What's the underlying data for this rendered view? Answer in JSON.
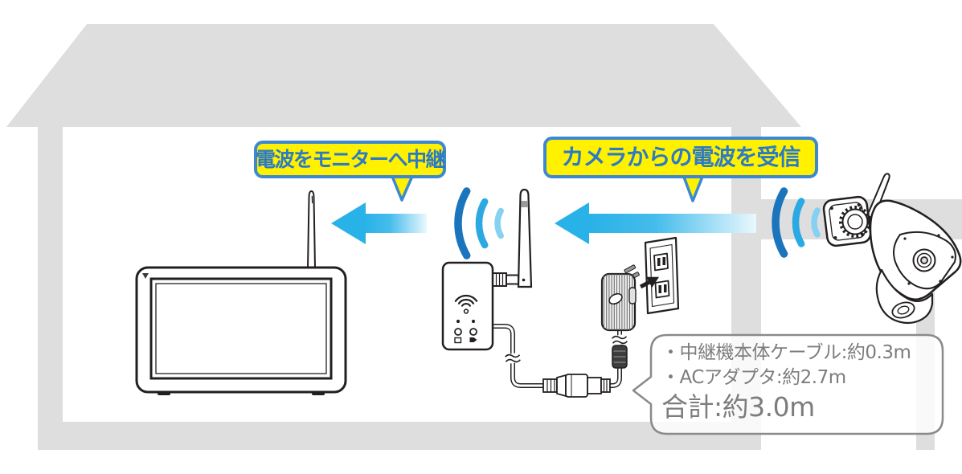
{
  "labels": {
    "relay_to_monitor": "電波をモニターへ中継",
    "receive_from_camera": "カメラからの電波を受信"
  },
  "callout": {
    "line1": "・中継機本体ケーブル:約0.3m",
    "line2": "・ACアダプタ:約2.7m",
    "total_line": "合計:約3.0m",
    "items": [
      {
        "name": "中継機本体ケーブル",
        "length": "約0.3m"
      },
      {
        "name": "ACアダプタ",
        "length": "約2.7m"
      }
    ],
    "total": {
      "name": "合計",
      "length": "約3.0m"
    }
  },
  "colors": {
    "house_gray": "#dedede",
    "outline_black": "#231f20",
    "arrow_blue": "#29b2e8",
    "wifi_arc_dark": "#1b75bc",
    "wifi_arc_mid": "#2ba9e2",
    "wifi_arc_light": "#85d1f1",
    "label_bg_yellow": "#fff100",
    "label_border_blue": "#3c88d1",
    "label_text_blue": "#2c7ac4",
    "callout_border_gray": "#8a8a8a",
    "callout_text_gray": "#7d7d7d"
  },
  "icons": {
    "monitor": "monitor-with-antenna",
    "repeater": "wifi-repeater-box-with-antenna",
    "camera": "outdoor-bullet-camera",
    "ac_adapter": "ac-adapter-plug",
    "outlet": "wall-outlet",
    "wifi": "wifi-signal-arcs",
    "arrow": "left-arrow"
  }
}
